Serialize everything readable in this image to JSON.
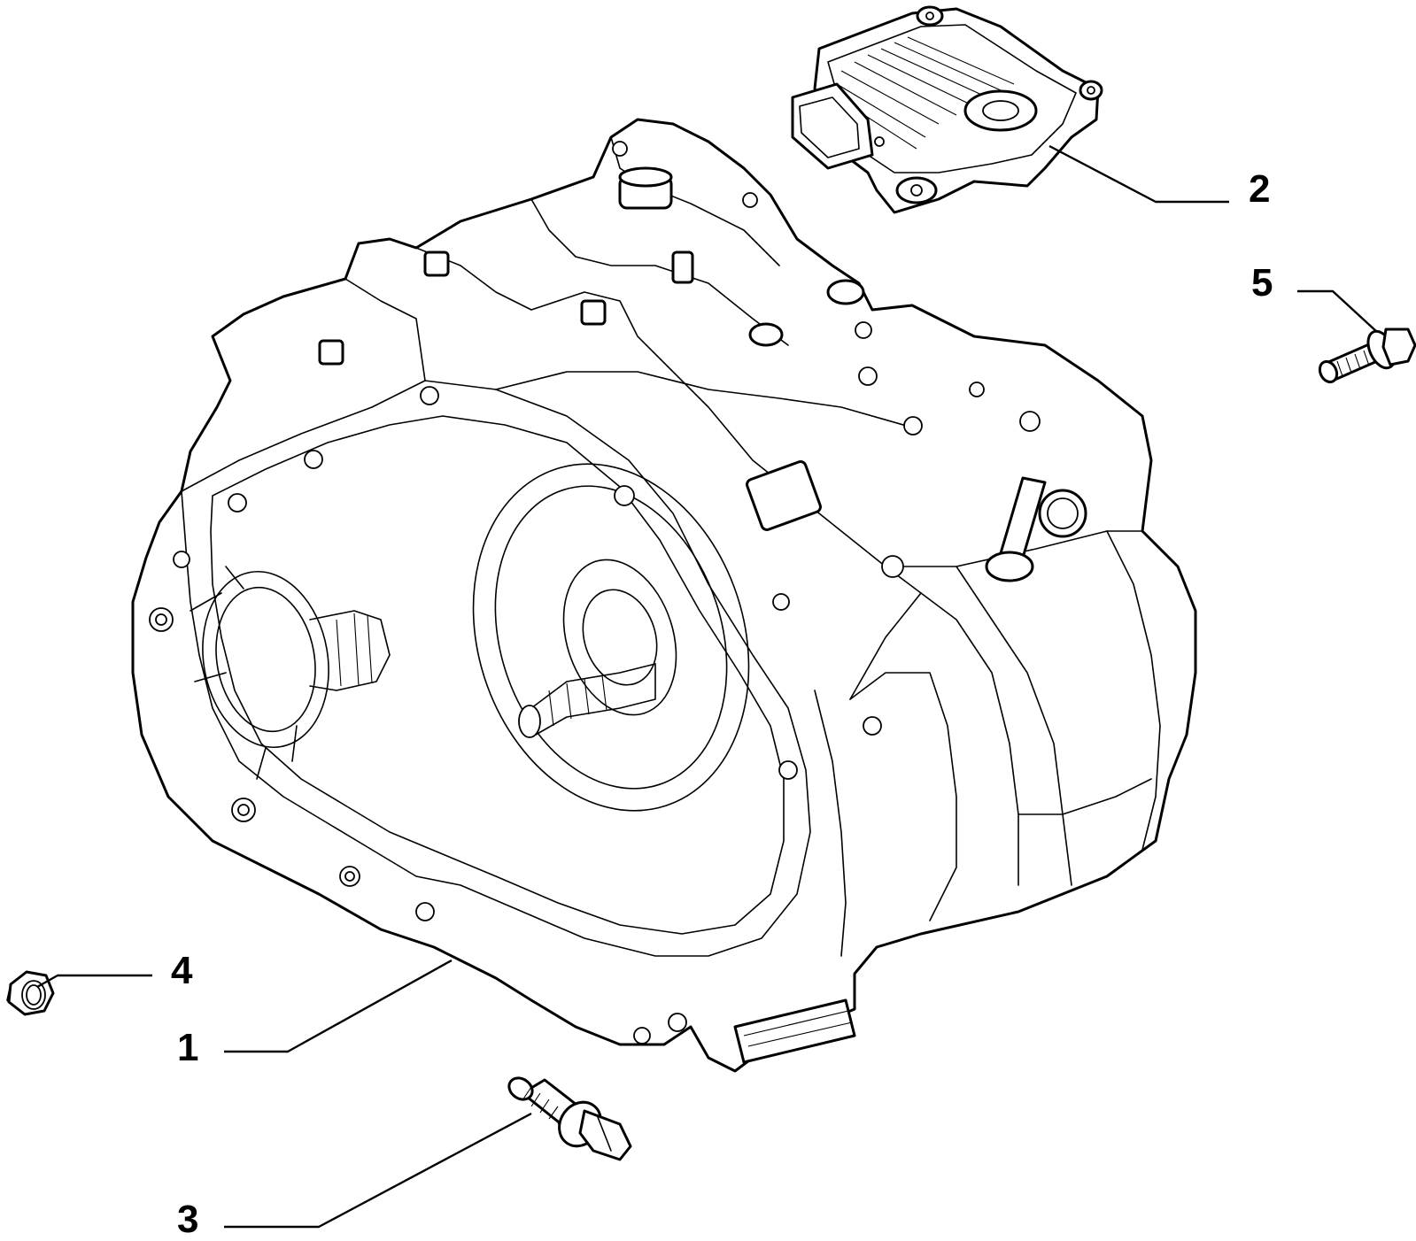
{
  "callouts": [
    {
      "id": "1",
      "label": "1"
    },
    {
      "id": "2",
      "label": "2"
    },
    {
      "id": "3",
      "label": "3"
    },
    {
      "id": "4",
      "label": "4"
    },
    {
      "id": "5",
      "label": "5"
    }
  ],
  "parts": [
    {
      "ref": "1",
      "icon": "gearbox-housing-icon"
    },
    {
      "ref": "2",
      "icon": "control-module-icon"
    },
    {
      "ref": "3",
      "icon": "flange-bolt-icon"
    },
    {
      "ref": "4",
      "icon": "hex-nut-icon"
    },
    {
      "ref": "5",
      "icon": "flange-bolt-icon"
    }
  ]
}
